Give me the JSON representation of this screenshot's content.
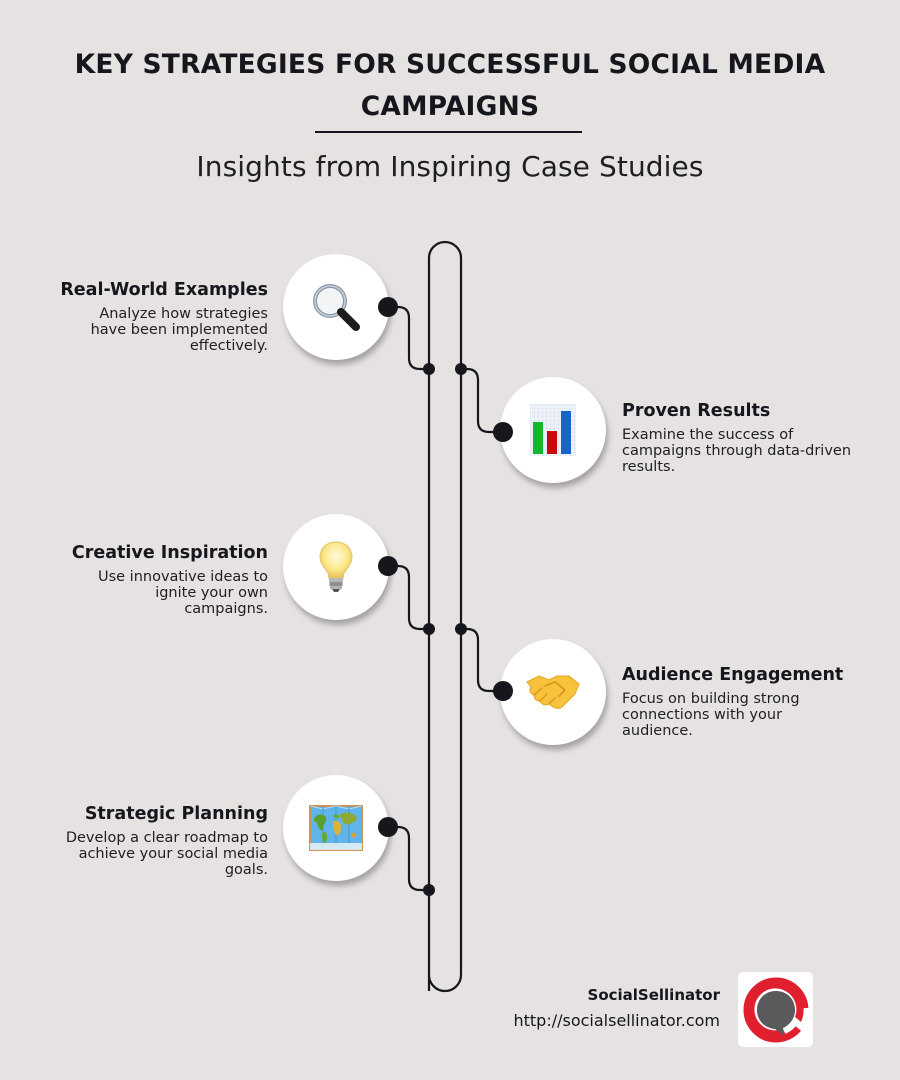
{
  "header": {
    "title": "KEY STRATEGIES FOR SUCCESSFUL SOCIAL MEDIA CAMPAIGNS",
    "subtitle": "Insights from Inspiring Case Studies"
  },
  "colors": {
    "background": "#e5e2e1",
    "ink": "#16161d",
    "circle": "#ffffff",
    "logo_red": "#e0202e",
    "logo_gray": "#5a5a5c"
  },
  "items": [
    {
      "side": "left",
      "title": "Real-World Examples",
      "description": "Analyze how strategies have been implemented effectively.",
      "icon": "magnifying-glass-icon"
    },
    {
      "side": "right",
      "title": "Proven Results",
      "description": "Examine the success of campaigns through data-driven results.",
      "icon": "bar-chart-icon"
    },
    {
      "side": "left",
      "title": "Creative Inspiration",
      "description": "Use innovative ideas to ignite your own campaigns.",
      "icon": "light-bulb-icon"
    },
    {
      "side": "right",
      "title": "Audience Engagement",
      "description": "Focus on building strong connections with your audience.",
      "icon": "handshake-icon"
    },
    {
      "side": "left",
      "title": "Strategic Planning",
      "description": "Develop a clear roadmap to achieve your social media goals.",
      "icon": "world-map-icon"
    }
  ],
  "footer": {
    "brand": "SocialSellinator",
    "url": "http://socialsellinator.com",
    "logo_icon": "speech-bubble-logo-icon"
  }
}
